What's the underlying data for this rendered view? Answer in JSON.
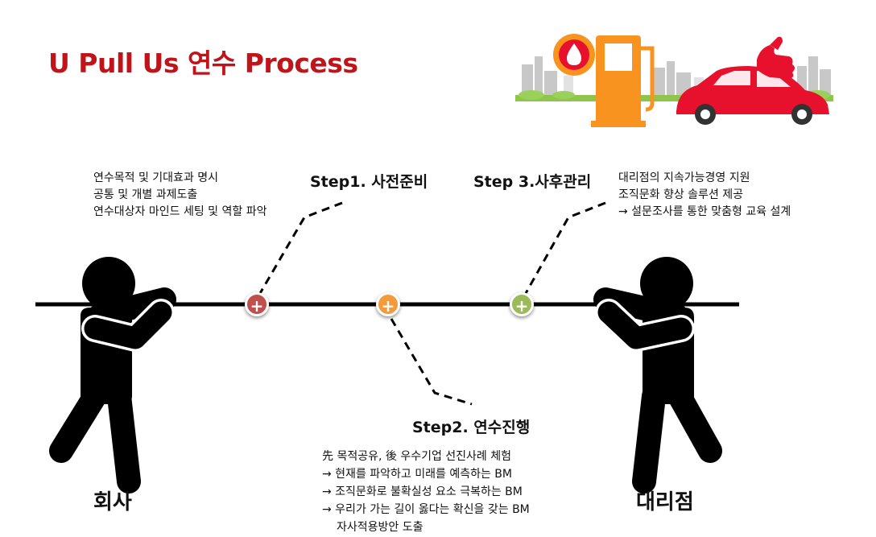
{
  "title": "U Pull Us 연수 Process",
  "steps": {
    "step1": {
      "label": "Step1. 사전준비",
      "lines": [
        "연수목적 및 기대효과 명시",
        "공통 및 개별 과제도출",
        "연수대상자 마인드 세팅 및 역할 파악"
      ],
      "color": "#c0504d"
    },
    "step2": {
      "label": "Step2. 연수진행",
      "lines": [
        "先 목적공유, 後 우수기업 선진사례 체험",
        "→ 현재를 파악하고 미래를 예측하는 BM",
        "→ 조직문화로 불확실성 요소 극복하는 BM",
        "→ 우리가 가는 길이 옳다는 확신을 갖는 BM",
        "자사적용방안  도출"
      ],
      "color": "#f39a3c"
    },
    "step3": {
      "label": "Step 3.사후관리",
      "lines": [
        "대리점의 지속가능경영 지원",
        "조직문화 향상 솔루션 제공",
        "→ 설문조사를 통한 맞춤형 교육 설계"
      ],
      "color": "#9bbb59"
    }
  },
  "parties": {
    "left": "회사",
    "right": "대리점"
  },
  "icons": {
    "plus": "+",
    "illustration": "gas-station-car-illustration"
  },
  "colors": {
    "accent": "#c0141b",
    "orange": "#f7931e",
    "car_red": "#e8112d"
  }
}
